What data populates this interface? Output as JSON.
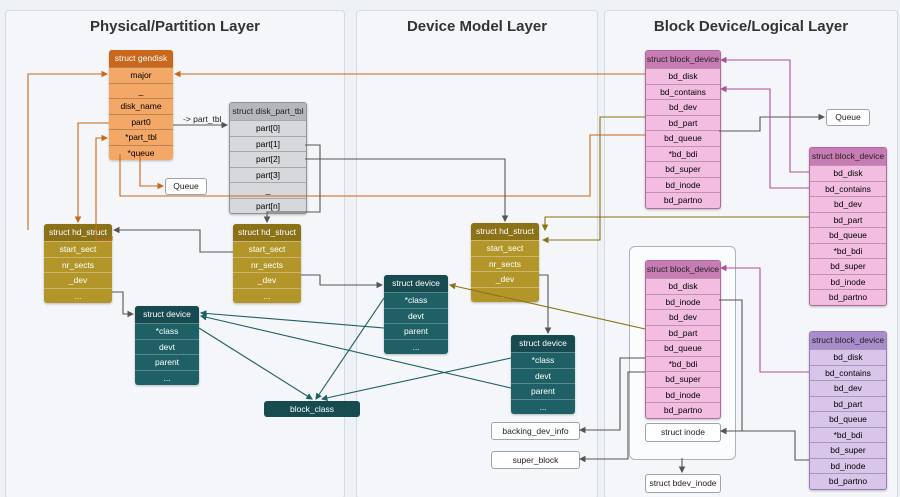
{
  "layers": {
    "physical": "Physical/Partition Layer",
    "device_model": "Device Model Layer",
    "block": "Block Device/Logical Layer"
  },
  "gendisk": {
    "title": "struct gendisk",
    "fields": [
      "major",
      "_",
      "disk_name",
      "part0",
      "*part_tbl",
      "*queue"
    ]
  },
  "part_tbl_label": "-> part_tbl",
  "disk_part_tbl": {
    "title": "struct disk_part_tbl",
    "fields": [
      "part[0]",
      "part[1]",
      "part[2]",
      "part[3]",
      "_",
      "part[n]"
    ]
  },
  "queue_label": "Queue",
  "hd_struct": {
    "title": "struct hd_struct",
    "fields": [
      "start_sect",
      "nr_sects",
      "_dev",
      "..."
    ]
  },
  "device": {
    "title": "struct device",
    "fields": [
      "*class",
      "devt",
      "parent",
      "..."
    ]
  },
  "block_class": "block_class",
  "block_device": {
    "title": "struct block_device",
    "fields_a": [
      "bd_disk",
      "bd_contains",
      "bd_dev",
      "bd_part",
      "bd_queue",
      "*bd_bdi",
      "bd_super",
      "bd_inode",
      "bd_partno"
    ],
    "fields_b": [
      "bd_disk",
      "bd_inode",
      "bd_dev",
      "bd_part",
      "bd_queue",
      "*bd_bdi",
      "bd_super",
      "bd_inode",
      "bd_partno"
    ]
  },
  "inode_label": "struct inode",
  "bdev_inode_label": "struct bdev_inode",
  "backing_dev_info_label": "backing_dev_info",
  "super_block_label": "super_block",
  "colors": {
    "orange": "#f3a867",
    "olive": "#b39629",
    "teal": "#1f6066",
    "pink": "#f2bde0",
    "lavender": "#d9c4ea",
    "gray": "#d6d8db"
  }
}
